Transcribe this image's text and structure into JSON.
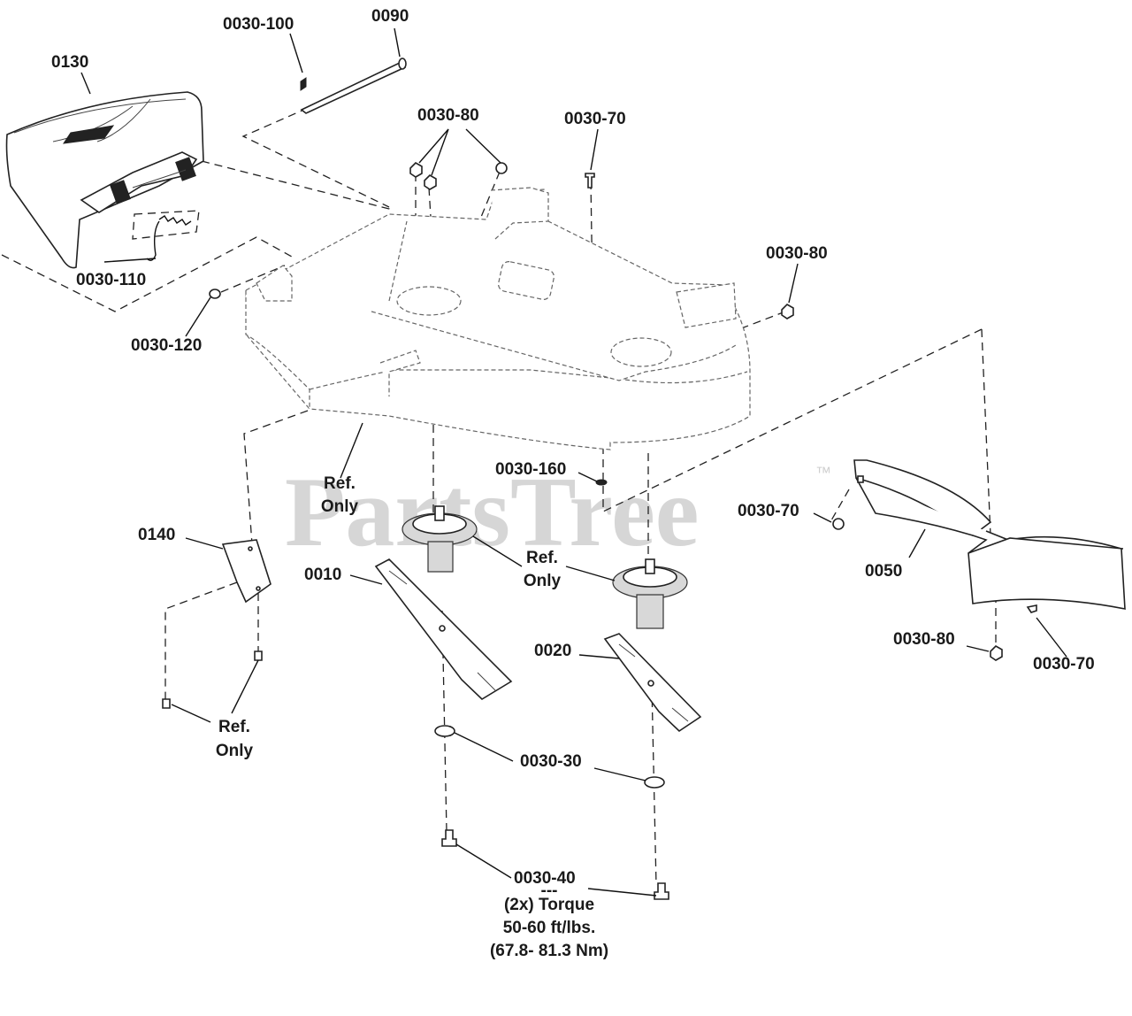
{
  "watermark": {
    "text": "PartsTree",
    "trademark": "™"
  },
  "callouts": {
    "c0130": "0130",
    "c0030_100": "0030-100",
    "c0090": "0090",
    "c0030_80_top": "0030-80",
    "c0030_70_top": "0030-70",
    "c0030_80_right": "0030-80",
    "c0030_110": "0030-110",
    "c0030_120": "0030-120",
    "c0030_160": "0030-160",
    "c0030_70_mid": "0030-70",
    "c0050": "0050",
    "c0140": "0140",
    "c0010": "0010",
    "c0020": "0020",
    "c0030_80_bottom": "0030-80",
    "c0030_70_bottom": "0030-70",
    "c0030_30": "0030-30",
    "c0030_40": "0030-40"
  },
  "ref_only": {
    "a_line1": "Ref.",
    "a_line2": "Only",
    "b_line1": "Ref.",
    "b_line2": "Only",
    "c_line1": "Ref.",
    "c_line2": "Only"
  },
  "torque_note": {
    "separator": "---",
    "line1": "(2x) Torque",
    "line2": "50-60 ft/lbs.",
    "line3": "(67.8- 81.3 Nm)"
  }
}
